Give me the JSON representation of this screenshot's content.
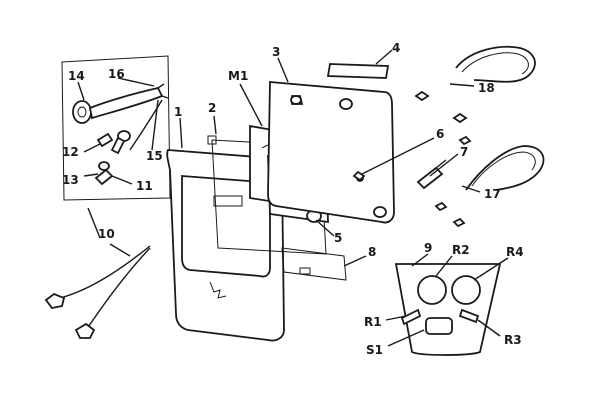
{
  "labels": {
    "l1": "1",
    "l2": "2",
    "l3": "3",
    "l4": "4",
    "l5": "5",
    "l6": "6",
    "l7": "7",
    "l8": "8",
    "l9": "9",
    "l10": "10",
    "l11": "11",
    "l12": "12",
    "l13": "13",
    "l14": "14",
    "l15": "15",
    "l16": "16",
    "l17": "17",
    "l18": "18",
    "m1": "M1",
    "r1": "R1",
    "r2": "R2",
    "r3": "R3",
    "r4": "R4",
    "s1": "S1"
  }
}
